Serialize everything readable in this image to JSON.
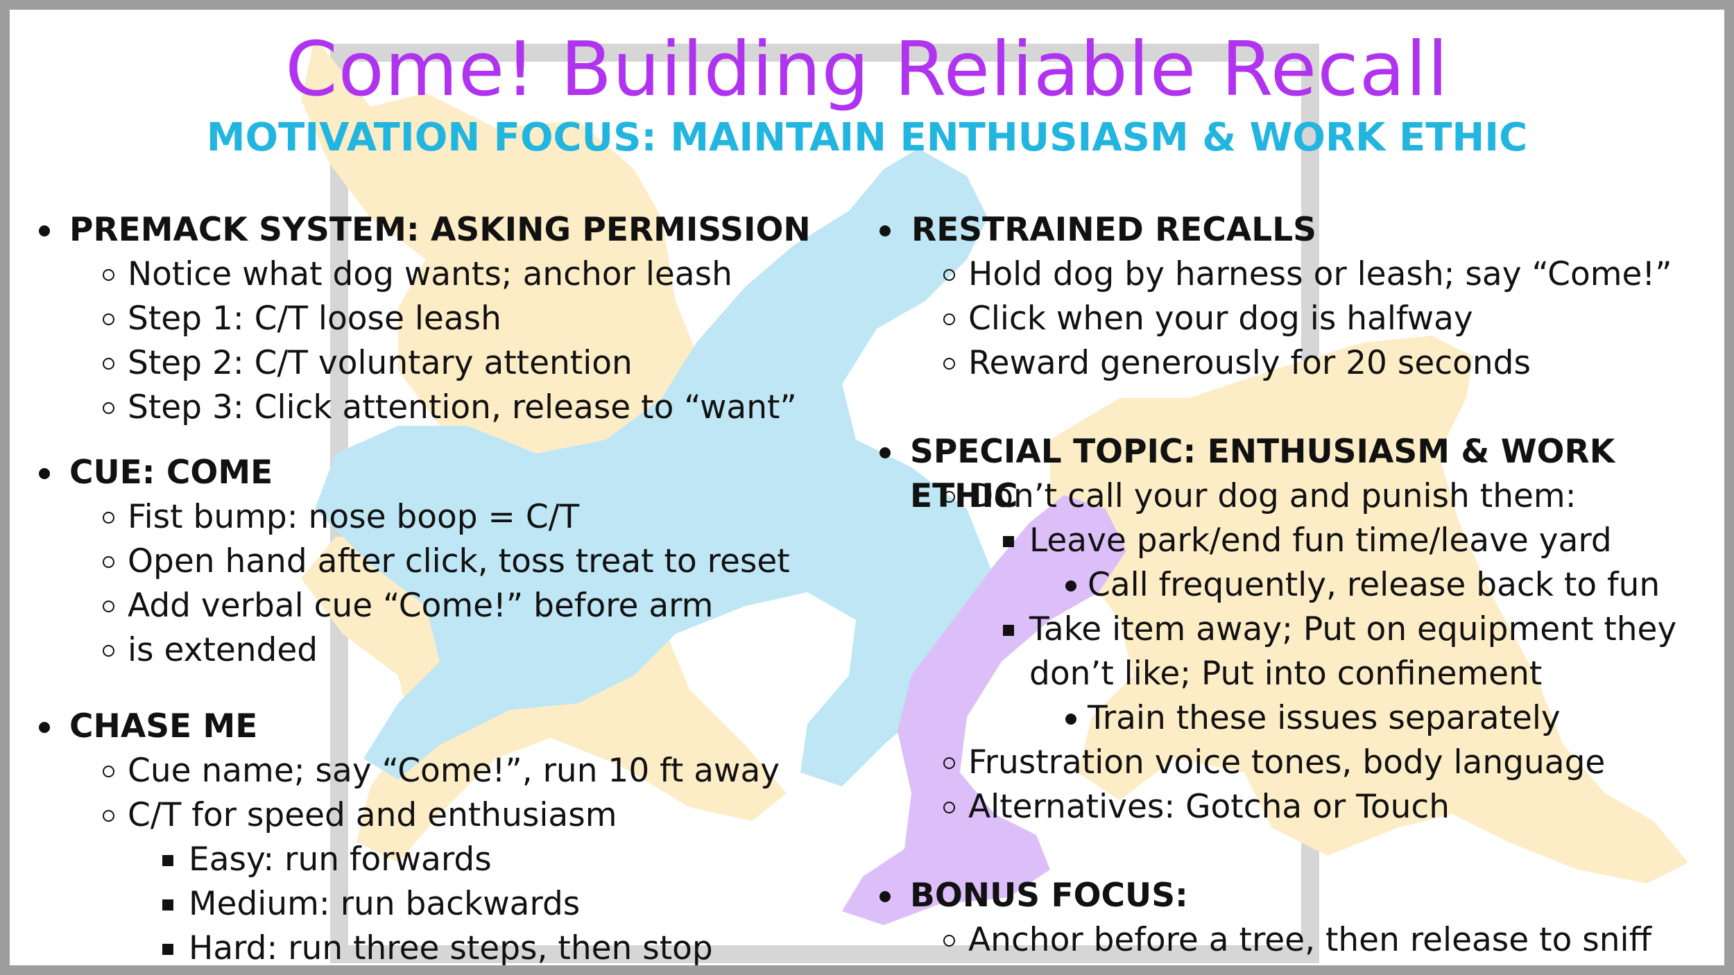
{
  "title": "Come! Building Reliable Recall",
  "subtitle": "MOTIVATION FOCUS: MAINTAIN ENTHUSIASM & WORK ETHIC",
  "colors": {
    "title": "#b033f0",
    "subtitle": "#22b5e0",
    "dog_blue": "#bfe6f4",
    "dog_yellow": "#fdedc7",
    "dog_purple": "#dcbff8",
    "frame_gray": "#d6d6d6"
  },
  "left": {
    "premack": {
      "heading": "PREMACK SYSTEM: ASKING PERMISSION",
      "items": [
        "Notice what dog wants; anchor leash",
        "Step 1: C/T loose leash",
        "Step 2: C/T voluntary attention",
        "Step 3: Click attention, release to “want”"
      ]
    },
    "cue": {
      "heading": "CUE: COME",
      "items": [
        "Fist bump: nose boop = C/T",
        "Open hand after click, toss treat to reset",
        "Add verbal cue “Come!” before arm",
        "is extended"
      ]
    },
    "chase": {
      "heading": "CHASE ME",
      "items": [
        "Cue name; say “Come!”, run 10 ft away",
        "C/T for speed and enthusiasm"
      ],
      "subitems": [
        "Easy: run forwards",
        "Medium: run backwards",
        "Hard: run three steps, then stop"
      ]
    }
  },
  "right": {
    "restrained": {
      "heading": "RESTRAINED RECALLS",
      "items": [
        "Hold dog by harness or leash; say “Come!”",
        "Click when your dog is halfway",
        "Reward generously for 20 seconds"
      ]
    },
    "special": {
      "heading": "SPECIAL TOPIC: ENTHUSIASM & WORK ETHIC",
      "item1": "Don’t call your dog and punish them:",
      "sub1": "Leave park/end fun time/leave yard",
      "subsub1": "Call frequently, release back to fun",
      "sub2": "Take item away; Put on equipment they",
      "sub2_cont": "don’t like; Put into confinement",
      "subsub2": "Train these issues separately",
      "item2": "Frustration voice tones, body language",
      "item3": "Alternatives: Gotcha or Touch"
    },
    "bonus": {
      "heading": "BONUS FOCUS:",
      "items": [
        "Anchor before a tree, then release to sniff"
      ]
    }
  }
}
